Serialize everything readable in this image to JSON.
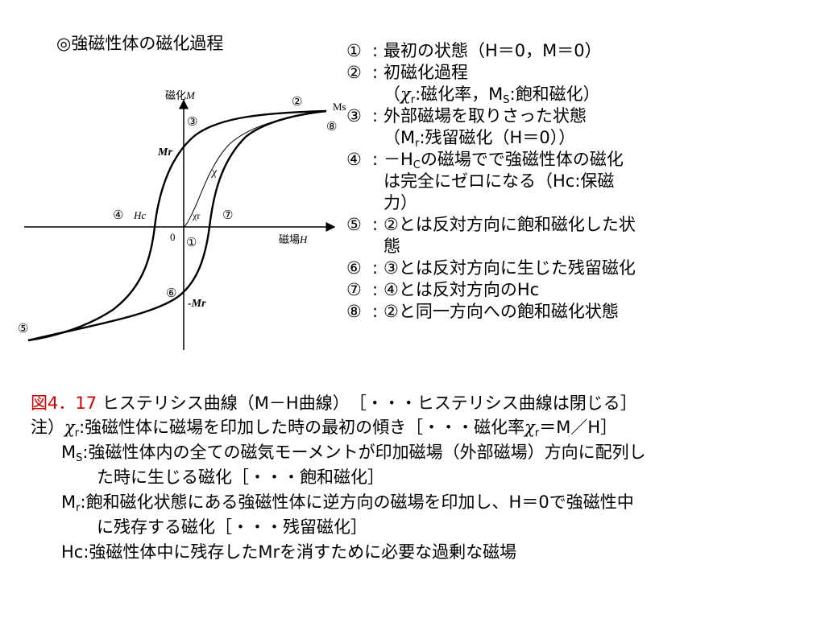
{
  "title": "◎強磁性体の磁化過程",
  "diagram": {
    "axis_y_label": "磁化",
    "axis_y_var": "M",
    "axis_x_label": "磁場",
    "axis_x_var": "H",
    "origin": "0",
    "ms": "Ms",
    "mr": "Mr",
    "neg_mr": "-Mr",
    "hc": "Hc",
    "chi": "χ",
    "chi_r": "χr",
    "points": [
      "①",
      "②",
      "③",
      "④",
      "⑤",
      "⑥",
      "⑦",
      "⑧"
    ]
  },
  "legend": {
    "colon": ":",
    "items": [
      {
        "mark": "①",
        "text": "最初の状態（H＝0，M＝0）"
      },
      {
        "mark": "②",
        "text": "初磁化過程",
        "sub_parts": [
          "（",
          "χ",
          "r",
          ":磁化率，M",
          "S",
          ":飽和磁化）"
        ]
      },
      {
        "mark": "③",
        "text": "外部磁場を取りさった状態",
        "sub_parts": [
          "（M",
          "r",
          ":残留磁化（H＝0））"
        ]
      },
      {
        "mark": "④",
        "text_parts": [
          "－H",
          "C",
          "の磁場でで強磁性体の磁化"
        ],
        "cont": [
          "は完全にゼロになる（Hc:保磁",
          "力）"
        ]
      },
      {
        "mark": "⑤",
        "text": "②とは反対方向に飽和磁化した状",
        "cont": [
          "態"
        ]
      },
      {
        "mark": "⑥",
        "text": "③とは反対方向に生じた残留磁化"
      },
      {
        "mark": "⑦",
        "text": "④とは反対方向のHc"
      },
      {
        "mark": "⑧",
        "text": "②と同一方向への飽和磁化状態"
      }
    ]
  },
  "caption": {
    "fig_label": "図4．17",
    "text": "ヒステリシス曲線（M－H曲線）　［・・・ヒステリシス曲線は閉じる］"
  },
  "notes": {
    "chi_prefix": "注）",
    "chi_sym": "χ",
    "chi_sub": "r",
    "chi_text": ":強磁性体に磁場を印加した時の最初の傾き［・・・磁化率",
    "chi_formula_sym": "χ",
    "chi_formula_sub": "r",
    "chi_formula_tail": "＝M／H］",
    "ms_sym": "M",
    "ms_sub": "S",
    "ms_text": ":強磁性体内の全ての磁気モーメントが印加磁場（外部磁場）方向に配列し",
    "ms_cont": "た時に生じる磁化［・・・飽和磁化］",
    "mr_sym": "M",
    "mr_sub": "r",
    "mr_text": ":飽和磁化状態にある強磁性体に逆方向の磁場を印加し、H＝0で強磁性中",
    "mr_cont": "に残存する磁化［・・・残留磁化］",
    "hc_text": "Hc:強磁性体中に残存したMrを消すために必要な過剰な磁場"
  }
}
